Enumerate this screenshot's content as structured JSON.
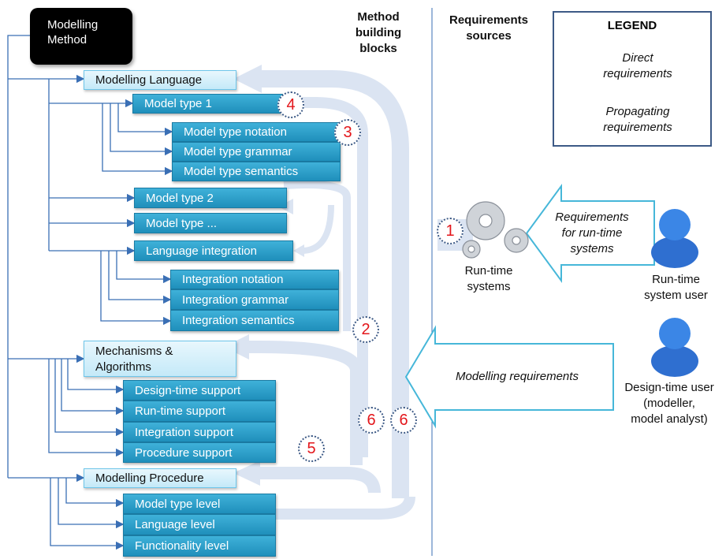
{
  "root": {
    "label": "Modelling\nMethod"
  },
  "headers": {
    "building_blocks": "Method\nbuilding\nblocks",
    "sources": "Requirements\nsources"
  },
  "blocks": {
    "modelling_language": "Modelling  Language",
    "model_type_1": "Model type 1",
    "model_type_notation": "Model type notation",
    "model_type_grammar": "Model type grammar",
    "model_type_semantics": "Model type semantics",
    "model_type_2": "Model type 2",
    "model_type_more": "Model type ...",
    "language_integration": "Language integration",
    "integration_notation": "Integration notation",
    "integration_grammar": "Integration grammar",
    "integration_semantics": "Integration semantics",
    "mechanisms": "Mechanisms &\nAlgorithms",
    "design_time_support": "Design-time support",
    "run_time_support": "Run-time support",
    "integration_support": "Integration support",
    "procedure_support": "Procedure support",
    "modelling_procedure": "Modelling Procedure",
    "model_type_level": "Model type level",
    "language_level": "Language level",
    "functionality_level": "Functionality level"
  },
  "markers": {
    "m1": "1",
    "m2": "2",
    "m3": "3",
    "m4": "4",
    "m5": "5",
    "m6a": "6",
    "m6b": "6"
  },
  "legend": {
    "title": "LEGEND",
    "direct": "Direct\nrequirements",
    "propagating": "Propagating\nrequirements"
  },
  "sources": {
    "runtime_systems": "Run-time\nsystems",
    "runtime_requirements": "Requirements\nfor run-time\nsystems",
    "runtime_user": "Run-time\nsystem user",
    "modelling_requirements": "Modelling requirements",
    "designtime_user": "Design-time user\n(modeller,\nmodel analyst)"
  },
  "colors": {
    "dark_block": "#2196c4",
    "light_block": "#d4effa",
    "marker_text": "#e3161b",
    "propagating_arrow": "#dbe4f2",
    "direct_arrow_border": "#46b7d9",
    "connector": "#3a6fb5"
  }
}
